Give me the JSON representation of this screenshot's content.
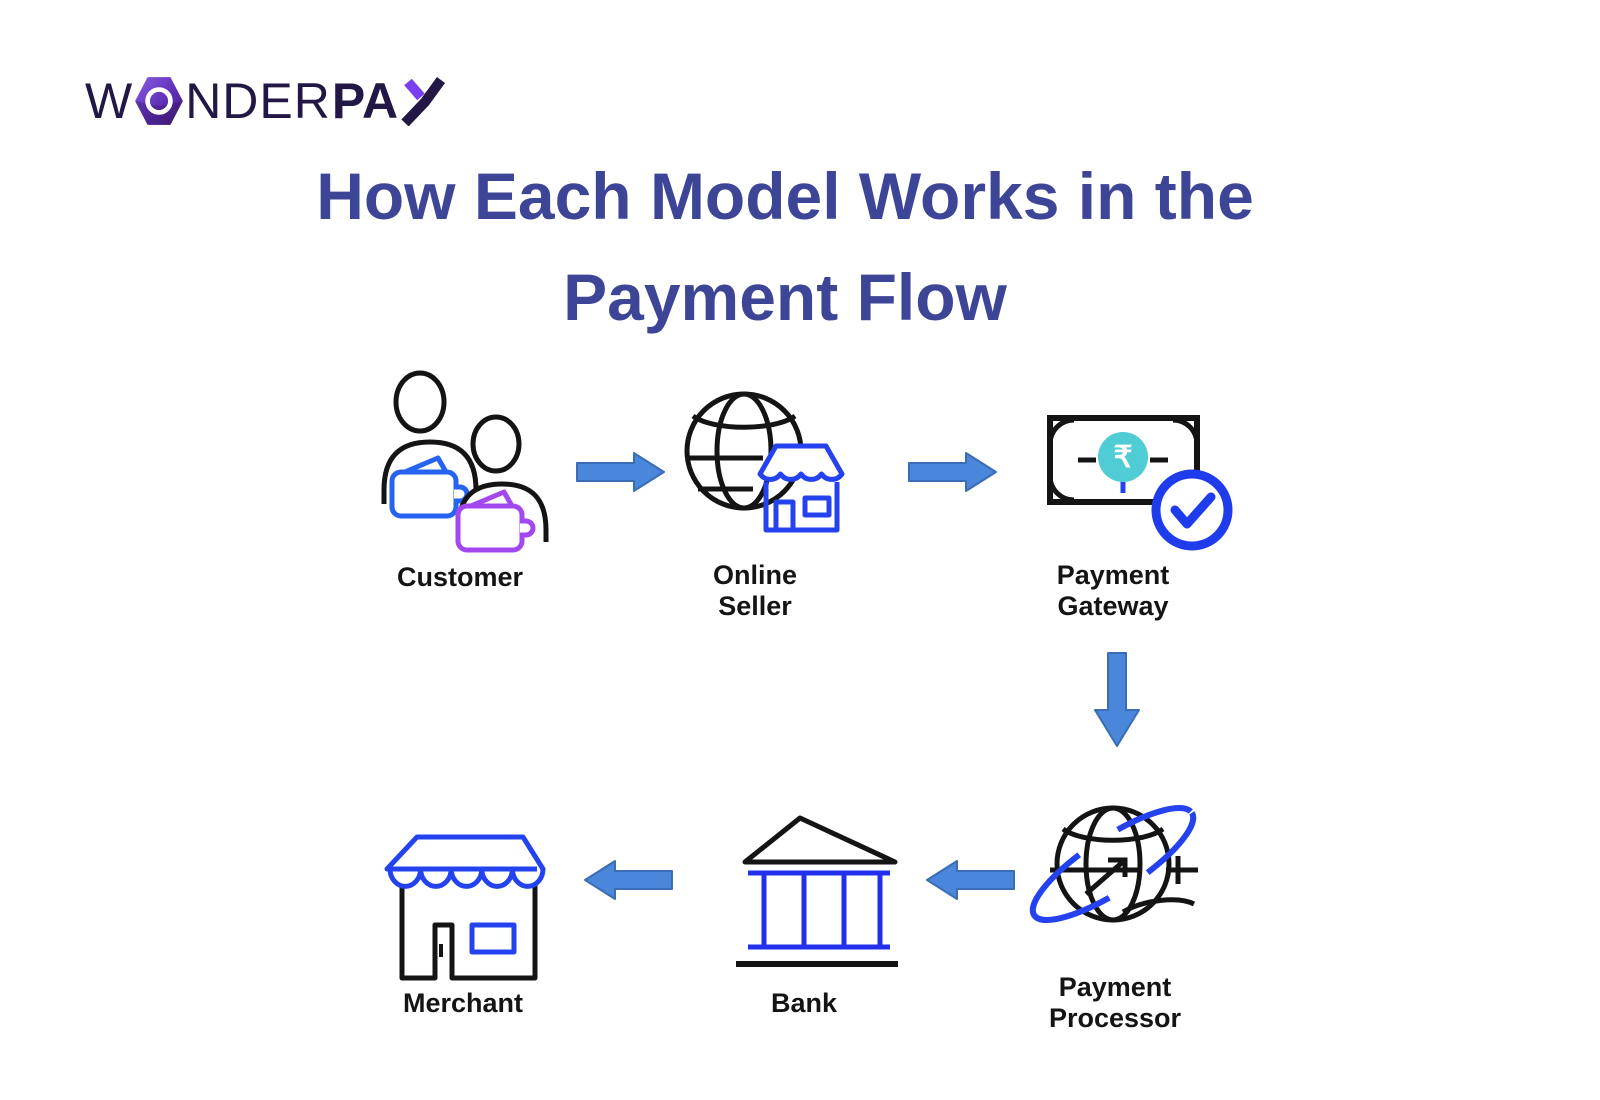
{
  "brand": {
    "name": "WONDERPAY",
    "word_start": "W",
    "word_middle": "NDER",
    "word_bold": "PA",
    "word_end": "Y",
    "hexagon_purple": "#6a3fd0",
    "text_color": "#221745"
  },
  "title": {
    "line1": "How Each Model Works in the",
    "line2": "Payment Flow",
    "color": "#3d4596"
  },
  "flow": {
    "sequence": [
      "Customer",
      "Online Seller",
      "Payment Gateway",
      "Payment Processor",
      "Bank",
      "Merchant"
    ],
    "arrow_color": "#4a87da",
    "icon_black": "#141414",
    "icon_blue": "#2443ee",
    "wallet_blue": "#2563f0",
    "wallet_purple": "#a348f0",
    "badge_teal": "#4fccd4",
    "check_blue": "#1e3cec",
    "currency_symbol": "₹",
    "nodes": {
      "customer": {
        "label": "Customer"
      },
      "online_seller": {
        "line1": "Online",
        "line2": "Seller"
      },
      "payment_gateway": {
        "line1": "Payment",
        "line2": "Gateway"
      },
      "payment_processor": {
        "line1": "Payment",
        "line2": "Processor"
      },
      "bank": {
        "label": "Bank"
      },
      "merchant": {
        "label": "Merchant"
      }
    }
  }
}
